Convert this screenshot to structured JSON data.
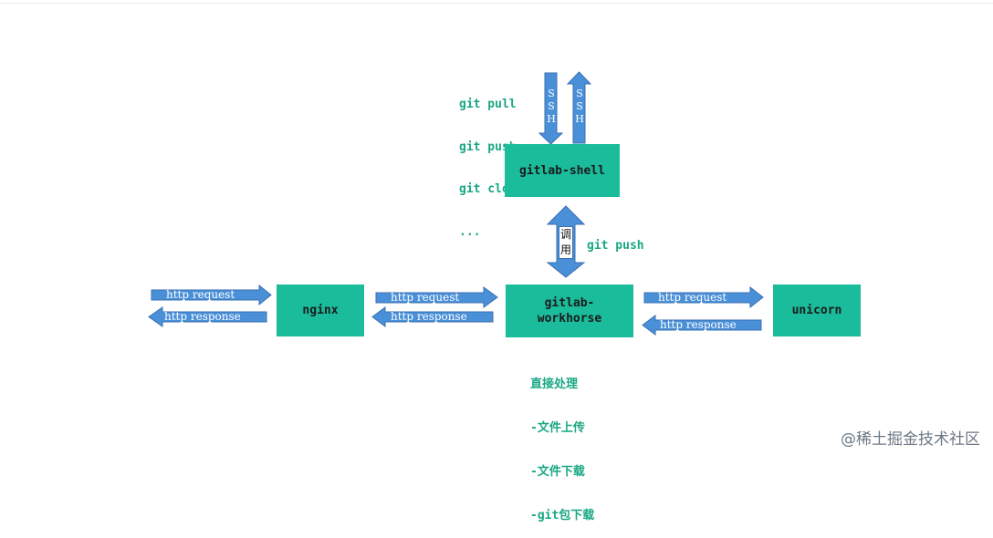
{
  "colors": {
    "box": "#1abc9c",
    "arrow": "#4a90d9",
    "arrow_border": "#3a6fb0",
    "text_green": "#1aa784"
  },
  "nodes": {
    "shell": "gitlab-shell",
    "workhorse_line1": "gitlab-",
    "workhorse_line2": "workhorse",
    "nginx": "nginx",
    "unicorn": "unicorn"
  },
  "git_commands": [
    "git pull",
    "git push",
    "git clone",
    "..."
  ],
  "ssh_down": "SSH",
  "ssh_up": "SSH",
  "call_label": "调用",
  "call_text": "git push",
  "labels": {
    "request": "http request",
    "response": "http response"
  },
  "direct_handling": [
    "直接处理",
    "-文件上传",
    "-文件下载",
    "-git包下载"
  ],
  "watermark": "@稀土掘金技术社区"
}
